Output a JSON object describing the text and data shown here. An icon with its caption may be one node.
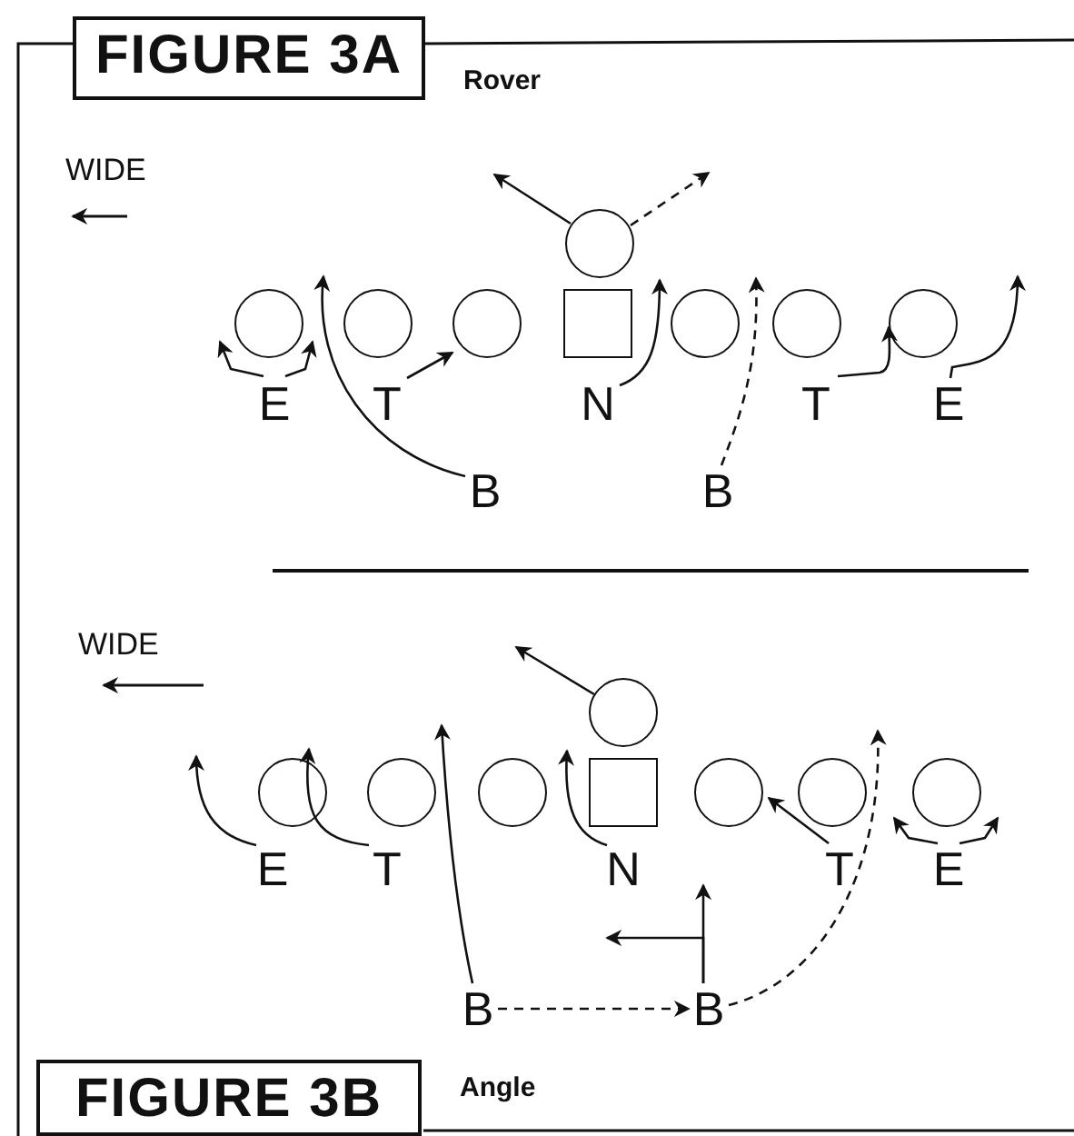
{
  "diagram": {
    "nodes": [
      {
        "text": [
          "FIGURE 3A"
        ]
      },
      {
        "text": [],
        "shape": "circle"
      },
      {
        "text": [],
        "shape": "circle"
      },
      {
        "text": [],
        "shape": "circle"
      },
      {
        "text": [],
        "shape": "circle"
      },
      {
        "text": [],
        "shape": "box"
      },
      {
        "text": [],
        "shape": "circle"
      },
      {
        "text": [],
        "shape": "circle"
      },
      {
        "text": [],
        "shape": "circle"
      },
      {
        "text": [
          "E"
        ]
      },
      {
        "text": [
          "T"
        ]
      },
      {
        "text": [
          "N"
        ]
      },
      {
        "text": [
          "T"
        ]
      },
      {
        "text": [
          "E"
        ]
      },
      {
        "text": [
          "B"
        ]
      },
      {
        "text": [
          "B"
        ]
      },
      {
        "text": [],
        "shape": "circle"
      },
      {
        "text": [],
        "shape": "circle"
      },
      {
        "text": [],
        "shape": "circle"
      },
      {
        "text": [],
        "shape": "circle"
      },
      {
        "text": [],
        "shape": "box"
      },
      {
        "text": [],
        "shape": "circle"
      },
      {
        "text": [],
        "shape": "circle"
      },
      {
        "text": [],
        "shape": "circle"
      },
      {
        "text": [
          "E"
        ]
      },
      {
        "text": [
          "T"
        ]
      },
      {
        "text": [
          "N"
        ]
      },
      {
        "text": [
          "T"
        ]
      },
      {
        "text": [
          "E"
        ]
      },
      {
        "text": [
          "B"
        ]
      },
      {
        "text": [
          "B"
        ]
      },
      {
        "text": [
          "FIGURE 3B"
        ]
      }
    ],
    "edges": [
      {
        "from": 1,
        "to": null,
        "arrow": "to"
      },
      {
        "from": 1,
        "to": null,
        "arrow": "to",
        "style": "dashed"
      },
      {
        "from": 9,
        "to": 2,
        "arrow": "to"
      },
      {
        "from": 9,
        "to": 2,
        "arrow": "to"
      },
      {
        "from": 10,
        "to": 4,
        "arrow": "to"
      },
      {
        "from": 14,
        "to": 2,
        "arrow": "to"
      },
      {
        "from": 11,
        "to": 1,
        "arrow": "to"
      },
      {
        "from": 15,
        "to": 6,
        "arrow": "to",
        "style": "dashed"
      },
      {
        "from": 12,
        "to": 8,
        "arrow": "to"
      },
      {
        "from": 13,
        "to": null,
        "arrow": "to"
      },
      {
        "from": 16,
        "to": null,
        "arrow": "to"
      },
      {
        "from": 24,
        "to": null,
        "arrow": "to"
      },
      {
        "from": 25,
        "to": 17,
        "arrow": "to"
      },
      {
        "from": 29,
        "to": 18,
        "arrow": "to"
      },
      {
        "from": 26,
        "to": 16,
        "arrow": "to"
      },
      {
        "from": 27,
        "to": 21,
        "arrow": "to"
      },
      {
        "from": 28,
        "to": 23,
        "arrow": "to"
      },
      {
        "from": 28,
        "to": 23,
        "arrow": "to"
      },
      {
        "from": 30,
        "to": null,
        "arrow": "to"
      },
      {
        "from": 30,
        "to": 26,
        "arrow": "to"
      },
      {
        "from": 29,
        "to": 30,
        "arrow": "to",
        "style": "dashed"
      },
      {
        "from": 30,
        "to": 22,
        "arrow": "to",
        "style": "dashed"
      }
    ],
    "labels": [
      "Rover",
      "WIDE",
      "WIDE",
      "Angle"
    ]
  }
}
